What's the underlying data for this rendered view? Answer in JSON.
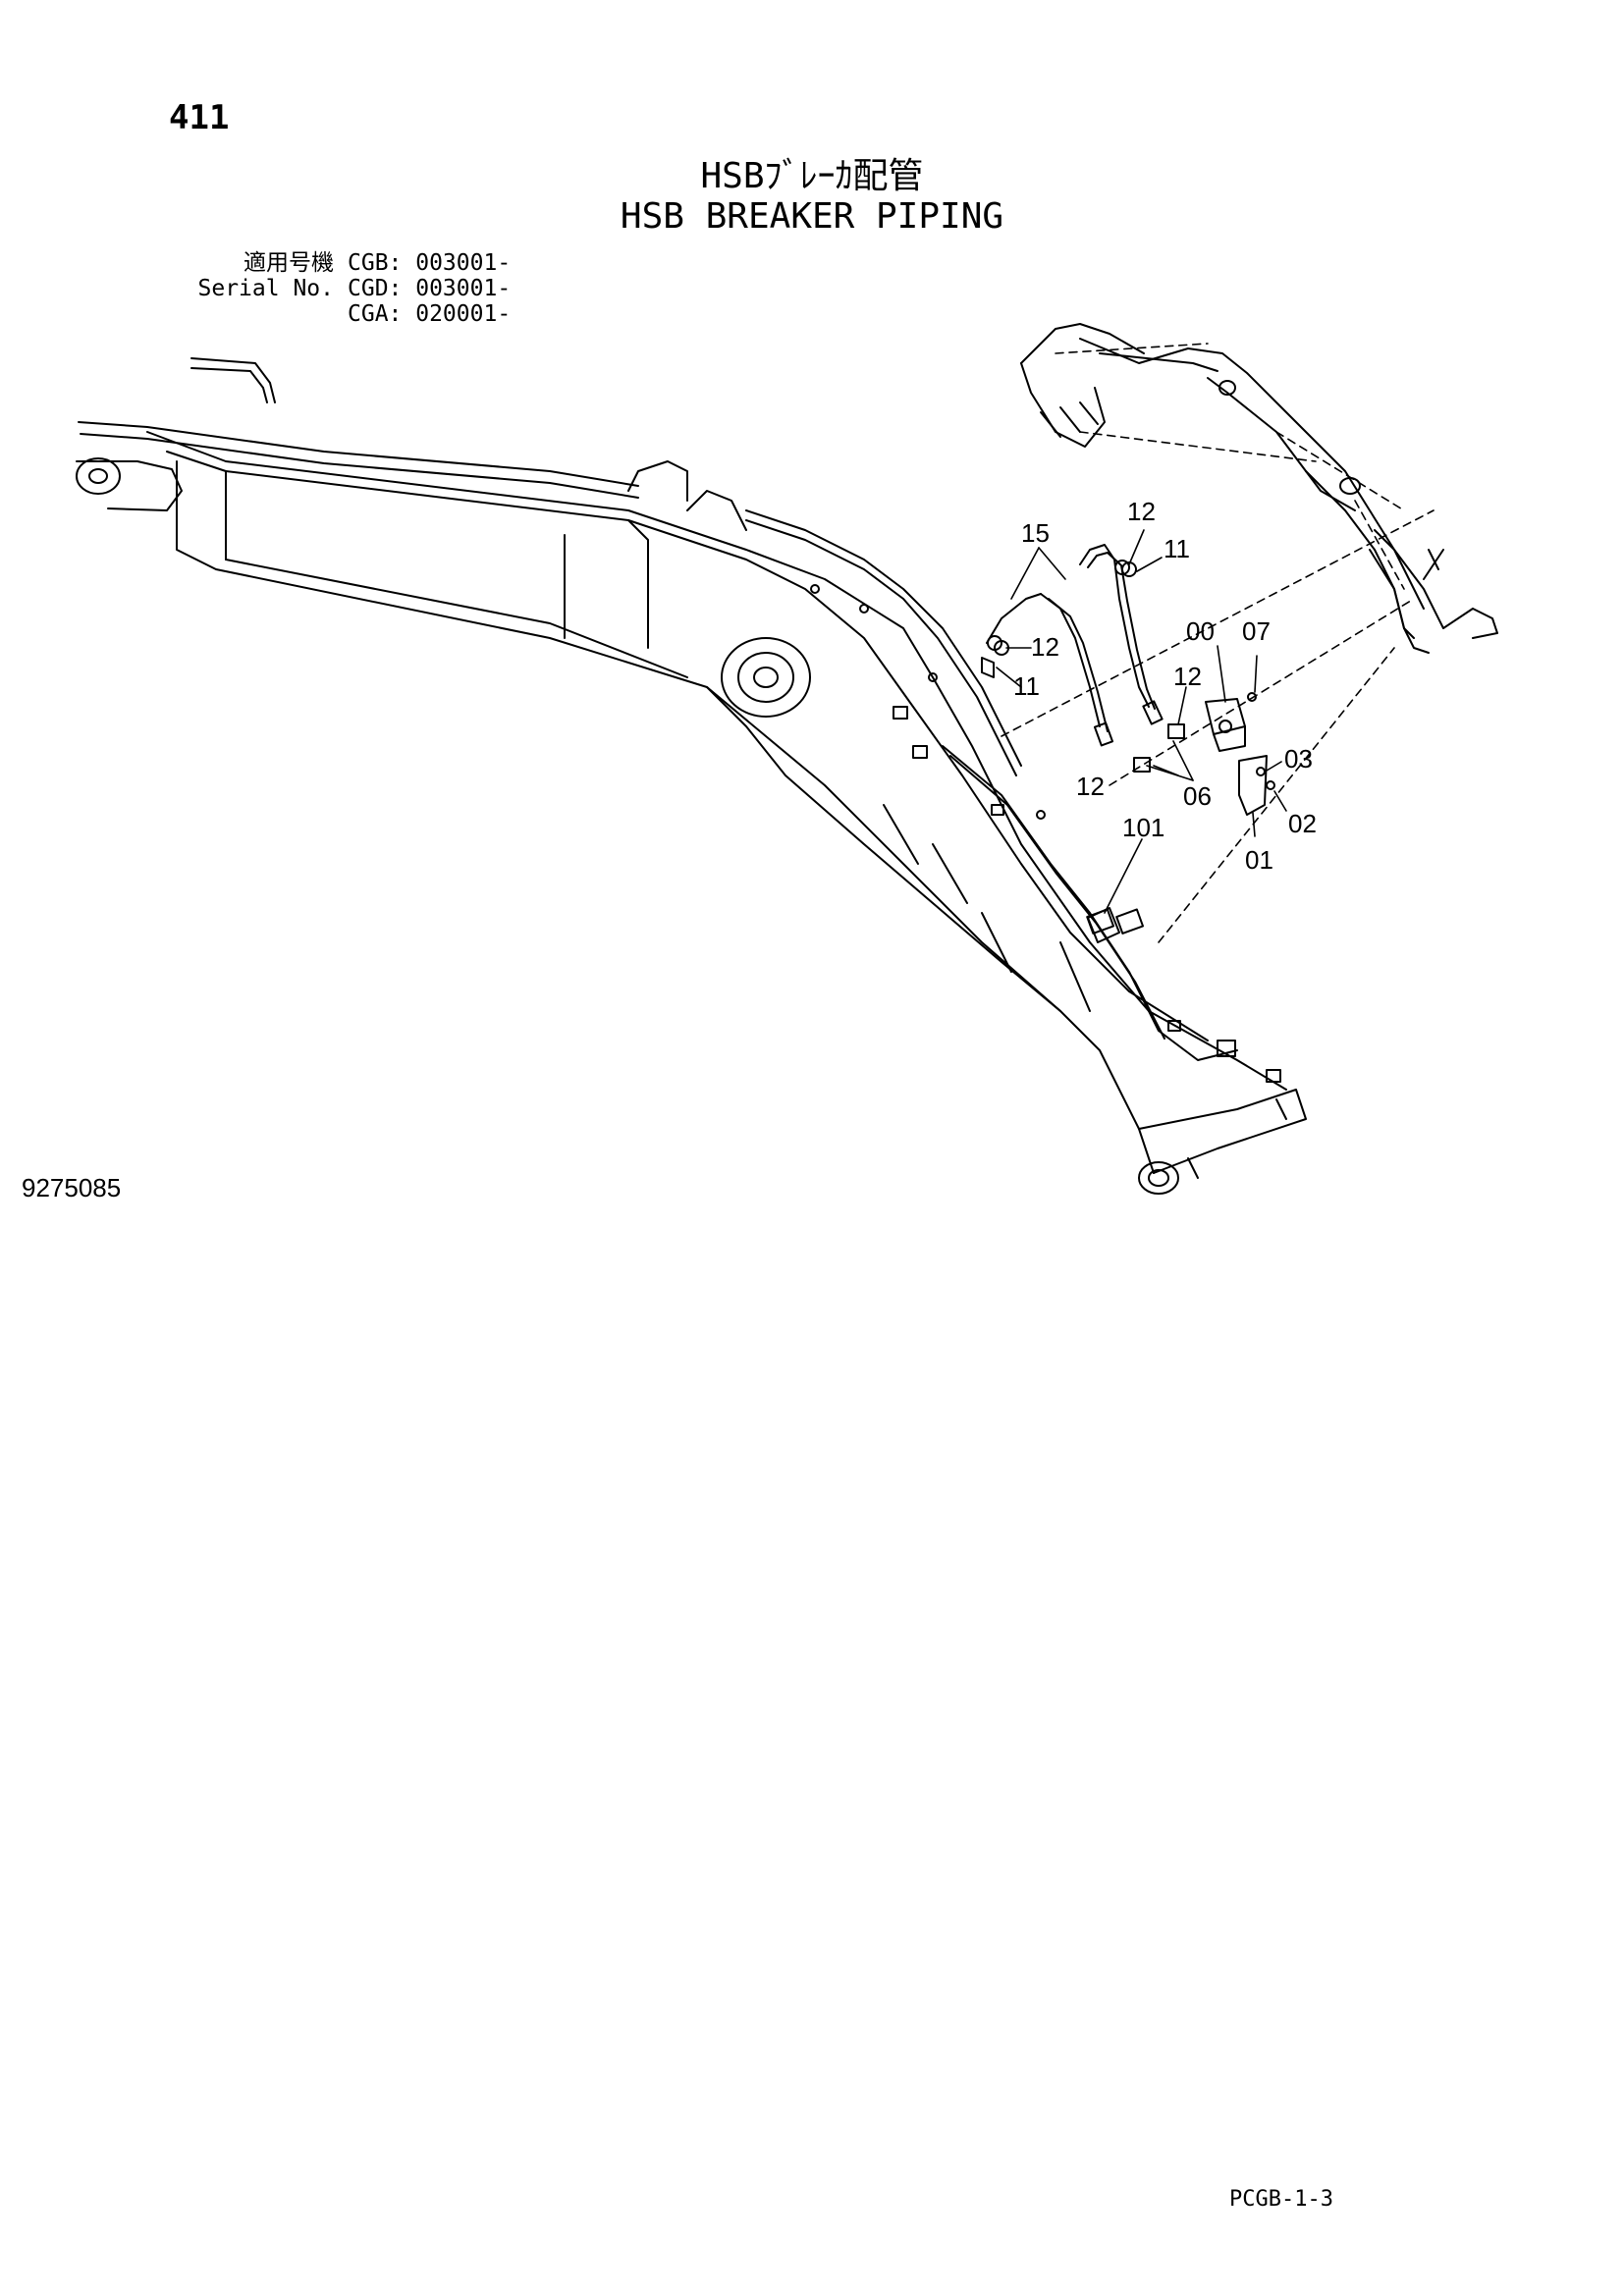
{
  "page_number": "411",
  "title_ja": "HSBﾌﾞﾚｰｶ配管",
  "title_en": "HSB BREAKER PIPING",
  "serial": {
    "label_ja": "適用号機",
    "label_en": "Serial No.",
    "entries": [
      "CGB: 003001-",
      "CGD: 003001-",
      "CGA: 020001-"
    ]
  },
  "figure_number": "9275085",
  "page_code": "PCGB-1-3",
  "callouts": {
    "c15": "15",
    "c12a": "12",
    "c11a": "11",
    "c12b": "12",
    "c11b": "11",
    "c00": "00",
    "c07": "07",
    "c12c": "12",
    "c03": "03",
    "c12d": "12",
    "c06": "06",
    "c02": "02",
    "c101": "101",
    "c01": "01"
  }
}
